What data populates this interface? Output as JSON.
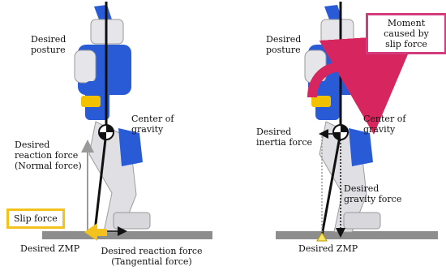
{
  "left_panel": {
    "desired_posture": "Desired\nposture",
    "center_of_gravity": "Center of\ngravity",
    "desired_reaction_force": "Desired\nreaction force\n(Normal force)",
    "slip_force": "Slip force",
    "desired_zmp": "Desired ZMP",
    "tangential_force": "Desired reaction force\n(Tangential force)"
  },
  "right_panel": {
    "desired_posture": "Desired\nposture",
    "moment_box": "Moment\ncaused by\nslip force",
    "center_of_gravity": "Center of\ngravity",
    "desired_inertia_force": "Desired\ninertia force",
    "desired_gravity_force": "Desired\ngravity force",
    "desired_zmp": "Desired ZMP"
  },
  "colors": {
    "robot_blue": "#2a5bd7",
    "robot_white": "#e6e6ea",
    "ground": "#8d8d8d",
    "slip_arrow": "#f4c21c",
    "moment_arrow": "#d7265f",
    "box_yellow": "#f4c21c",
    "box_pink": "#d23b7c"
  }
}
